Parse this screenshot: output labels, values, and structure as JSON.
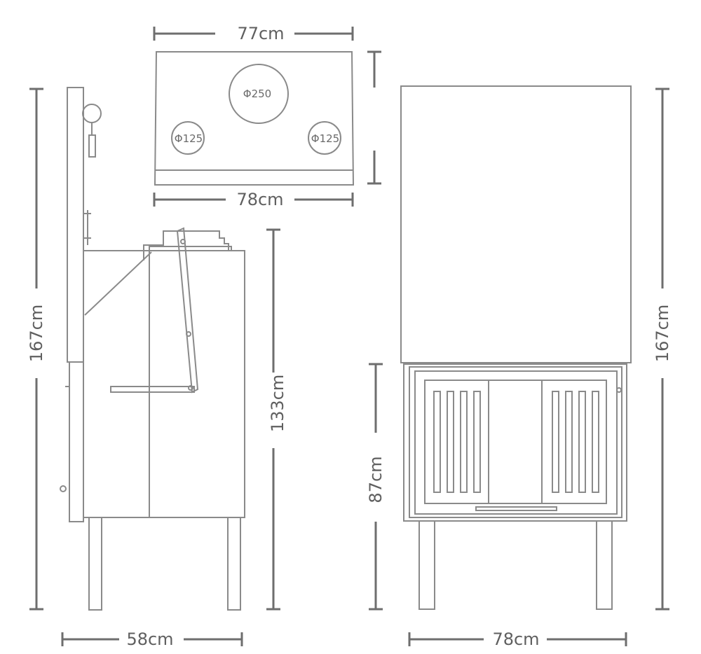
{
  "dimensions": {
    "top_width_back": "77cm",
    "top_width_front": "78cm",
    "side_height_total": "167cm",
    "side_height_body": "133cm",
    "side_depth": "58cm",
    "front_height_total": "167cm",
    "front_height_base": "87cm",
    "front_width": "78cm"
  },
  "flue": {
    "main": "Φ250",
    "left": "Φ125",
    "right": "Φ125"
  },
  "colors": {
    "line": "#8a8a8a",
    "dimension": "#6e6e6e",
    "text": "#5f5f5f"
  }
}
